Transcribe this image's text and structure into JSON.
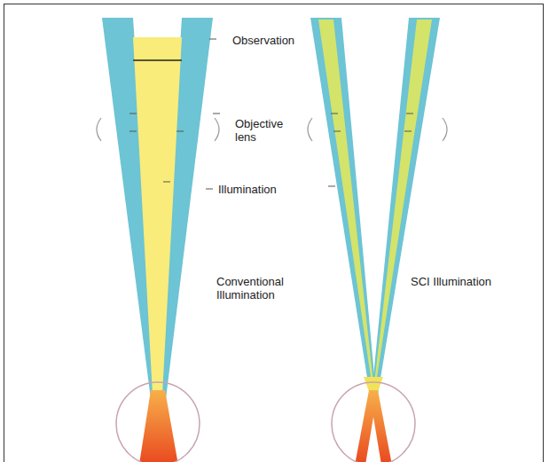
{
  "diagram": {
    "labels": [
      "Observation",
      "Objective lens",
      "Illumination",
      "Conventional Illumination",
      "SCI Illumination"
    ]
  }
}
